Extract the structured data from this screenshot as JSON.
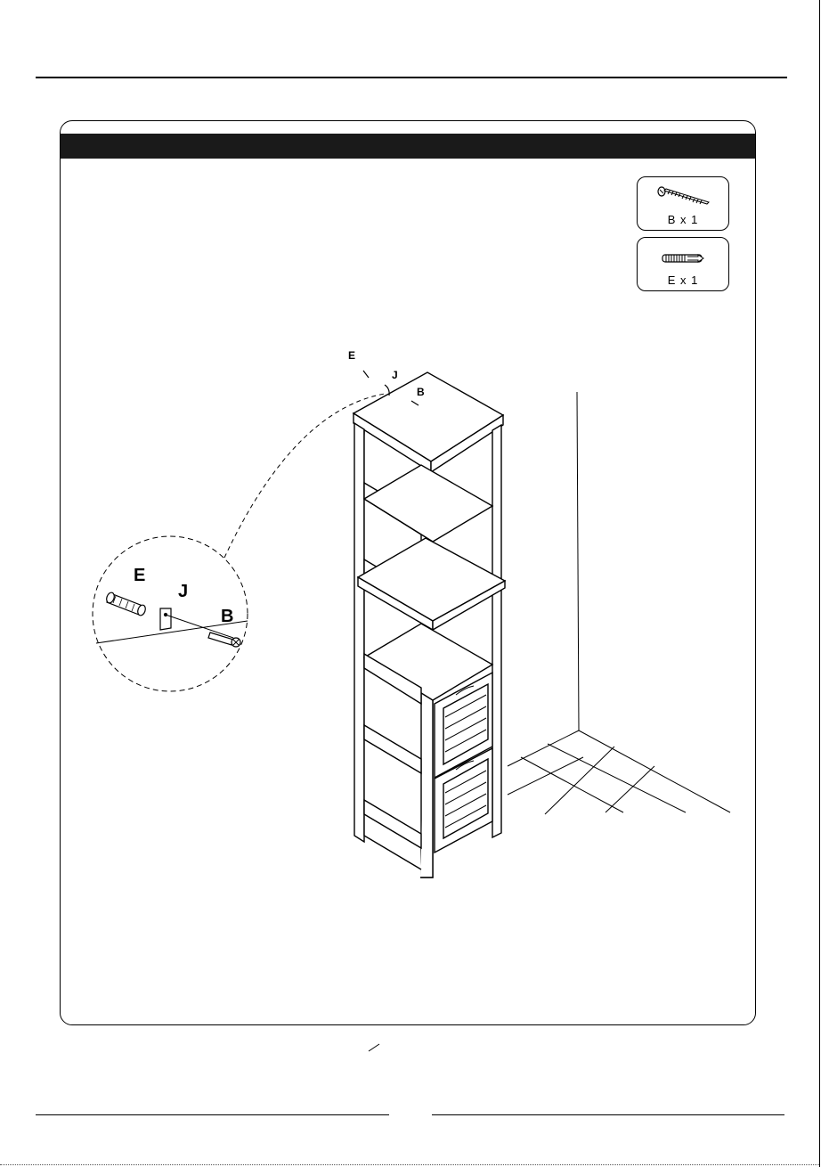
{
  "hardware": [
    {
      "label": "B x 1",
      "icon": "screw-icon"
    },
    {
      "label": "E x 1",
      "icon": "wall-anchor-icon"
    }
  ],
  "callout": {
    "anchor_label": "E",
    "bracket_label": "J",
    "screw_label": "B"
  },
  "detail": {
    "anchor_label": "E",
    "bracket_label": "J",
    "screw_label": "B"
  }
}
